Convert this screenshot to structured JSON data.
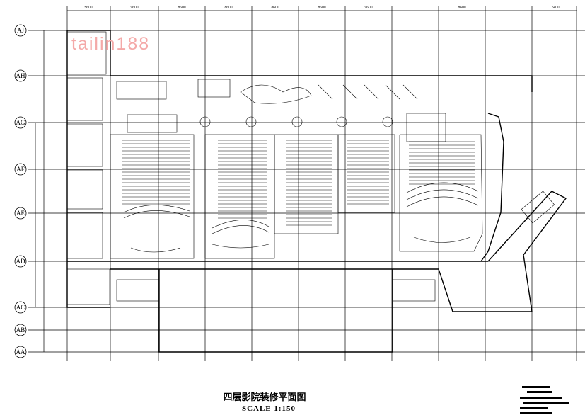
{
  "drawing": {
    "title": "四层影院装修平面图",
    "scale": "SCALE 1:150",
    "watermark": "tailin188"
  },
  "grid": {
    "row_axes": [
      "AJ",
      "AH",
      "AG",
      "AF",
      "AE",
      "AD",
      "AC",
      "AB",
      "AA"
    ],
    "column_dims": [
      "5600",
      "9600",
      "8600",
      "8600",
      "8600",
      "8600",
      "9600",
      "8600",
      "7400"
    ]
  },
  "colors": {
    "line": "#000000",
    "watermark": "#f4a9a8",
    "background": "#ffffff"
  }
}
